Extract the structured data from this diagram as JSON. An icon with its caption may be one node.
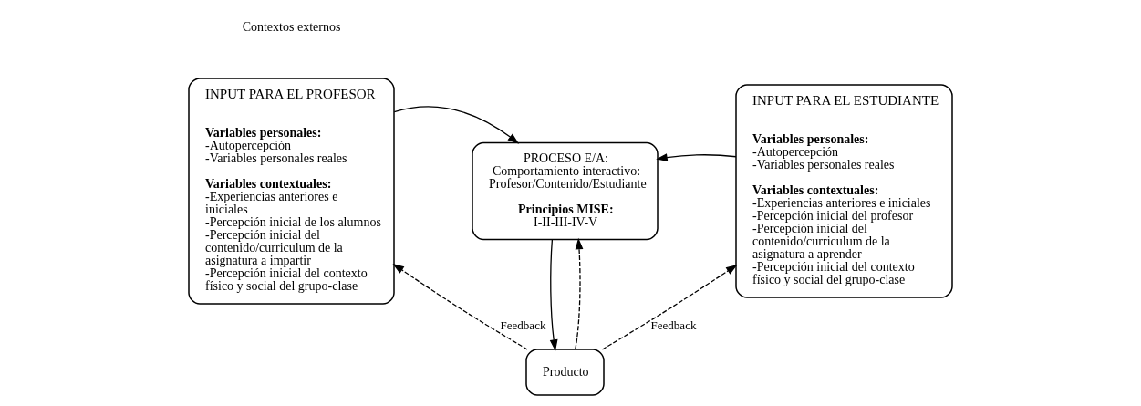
{
  "diagram": {
    "nodes": [
      {
        "text": [
          "INPUT PARA EL PROFESOR",
          "Variables personales:",
          "-Autopercepción",
          "-Variables personales reales",
          "Variables contextuales:",
          "-Experiencias anteriores e iniciales",
          "-Percepción inicial de los alumnos",
          "-Percepción inicial del contenido/curriculum de la asignatura a impartir",
          "-Percepción inicial del contexto físico y social del grupo-clase"
        ]
      },
      {
        "text": [
          "PROCESO E/A:",
          "Comportamiento interactivo: Profesor/Contenido/Estudiante",
          "Principios MISE:",
          "I-II-III-IV-V"
        ]
      },
      {
        "text": [
          "INPUT PARA EL ESTUDIANTE",
          "Variables personales:",
          "-Autopercepción",
          "-Variables personales reales",
          "Variables contextuales:",
          "-Experiencias anteriores e iniciales",
          "-Percepción inicial del profesor",
          "-Percepción inicial del contenido/curriculum de la asignatura a aprender",
          "-Percepción inicial del contexto físico y social del grupo-clase"
        ]
      },
      {
        "text": [
          "Producto"
        ]
      }
    ],
    "edges": [
      {
        "from": 0,
        "to": 1,
        "arrow": "to"
      },
      {
        "from": 2,
        "to": 1,
        "arrow": "to"
      },
      {
        "from": 1,
        "to": 3,
        "arrow": "to"
      },
      {
        "from": 3,
        "to": 1,
        "arrow": "to",
        "style": "dashed"
      },
      {
        "from": 3,
        "to": 0,
        "arrow": "to",
        "style": "dashed",
        "label": "Feedback"
      },
      {
        "from": 3,
        "to": 2,
        "arrow": "to",
        "style": "dashed",
        "label": "Feedback"
      }
    ],
    "labels": [
      "Contextos externos"
    ]
  }
}
